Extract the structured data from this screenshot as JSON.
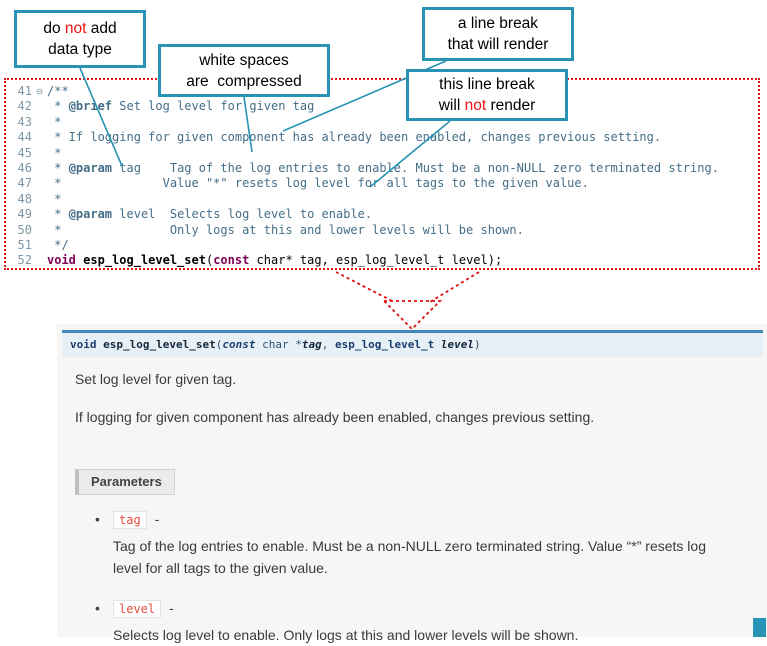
{
  "colors": {
    "callout_border": "#2793B5",
    "annotation_red": "#EE1111",
    "code_box_border": "#E01010",
    "code_keyword": "#7F0055",
    "code_comment": "#456E87",
    "doc_accent_blue": "#4189B9",
    "signature_bg": "#E7F0F7",
    "param_badge_text": "#E74C3C",
    "doc_panel_bg": "#F6F6F6"
  },
  "callouts": {
    "c1": {
      "l1_pre": "do ",
      "l1_red": "not",
      "l1_post": " add",
      "l2": "data type"
    },
    "c2": {
      "l1": "white spaces",
      "l2": "are  compressed"
    },
    "c3": {
      "l1": "a line break",
      "l2": "that will render"
    },
    "c4": {
      "l1": "this line break",
      "l2_pre": "will ",
      "l2_red": "not",
      "l2_post": " render"
    }
  },
  "code": {
    "lines": [
      {
        "num": "41",
        "fold": "⊖",
        "segs": [
          {
            "c": "cm",
            "t": "/**"
          }
        ]
      },
      {
        "num": "42",
        "segs": [
          {
            "c": "cm",
            "t": " * "
          },
          {
            "c": "doctag",
            "t": "@brief"
          },
          {
            "c": "cm",
            "t": " Set log level for given tag"
          }
        ]
      },
      {
        "num": "43",
        "segs": [
          {
            "c": "cm",
            "t": " *"
          }
        ]
      },
      {
        "num": "44",
        "segs": [
          {
            "c": "cm",
            "t": " * If logging for given component has already been enabled, changes previous setting."
          }
        ]
      },
      {
        "num": "45",
        "segs": [
          {
            "c": "cm",
            "t": " *"
          }
        ]
      },
      {
        "num": "46",
        "segs": [
          {
            "c": "cm",
            "t": " * "
          },
          {
            "c": "doctag",
            "t": "@param"
          },
          {
            "c": "cm",
            "t": " tag    Tag of the log entries to enable. Must be a non-NULL zero terminated string."
          }
        ]
      },
      {
        "num": "47",
        "segs": [
          {
            "c": "cm",
            "t": " *              Value \"*\" resets log level for all tags to the given value."
          }
        ]
      },
      {
        "num": "48",
        "segs": [
          {
            "c": "cm",
            "t": " *"
          }
        ]
      },
      {
        "num": "49",
        "segs": [
          {
            "c": "cm",
            "t": " * "
          },
          {
            "c": "doctag",
            "t": "@param"
          },
          {
            "c": "cm",
            "t": " level  Selects log level to enable."
          }
        ]
      },
      {
        "num": "50",
        "segs": [
          {
            "c": "cm",
            "t": " *               Only logs at this and lower levels will be shown."
          }
        ]
      },
      {
        "num": "51",
        "segs": [
          {
            "c": "cm",
            "t": " */"
          }
        ]
      },
      {
        "num": "52",
        "segs": [
          {
            "c": "kw",
            "t": "void"
          },
          {
            "c": "plain",
            "t": " "
          },
          {
            "c": "fn",
            "t": "esp_log_level_set"
          },
          {
            "c": "plain",
            "t": "("
          },
          {
            "c": "kw",
            "t": "const"
          },
          {
            "c": "plain",
            "t": " char* tag, esp_log_level_t level);"
          }
        ]
      }
    ]
  },
  "signature": {
    "segs": [
      {
        "c": "sig-kw",
        "t": "void "
      },
      {
        "c": "sig-name",
        "t": "esp_log_level_set"
      },
      {
        "c": "sig-p",
        "t": "("
      },
      {
        "c": "sig-kw-i",
        "t": "const"
      },
      {
        "c": "sig-p",
        "t": " char *"
      },
      {
        "c": "sig-param",
        "t": "tag"
      },
      {
        "c": "sig-p",
        "t": ", "
      },
      {
        "c": "sig-type",
        "t": "esp_log_level_t"
      },
      {
        "c": "sig-p",
        "t": " "
      },
      {
        "c": "sig-param",
        "t": "level"
      },
      {
        "c": "sig-p",
        "t": ")"
      }
    ]
  },
  "doc": {
    "para1": "Set log level for given tag.",
    "para2": "If logging for given component has already been enabled, changes previous setting.",
    "parameters_label": "Parameters",
    "bullet": "•",
    "params": [
      {
        "name": "tag",
        "dash": "-",
        "desc": "Tag of the log entries to enable. Must be a non-NULL zero terminated string. Value “*” resets log level for all tags to the given value."
      },
      {
        "name": "level",
        "dash": "-",
        "desc": "Selects log level to enable. Only logs at this and lower levels will be shown."
      }
    ]
  }
}
